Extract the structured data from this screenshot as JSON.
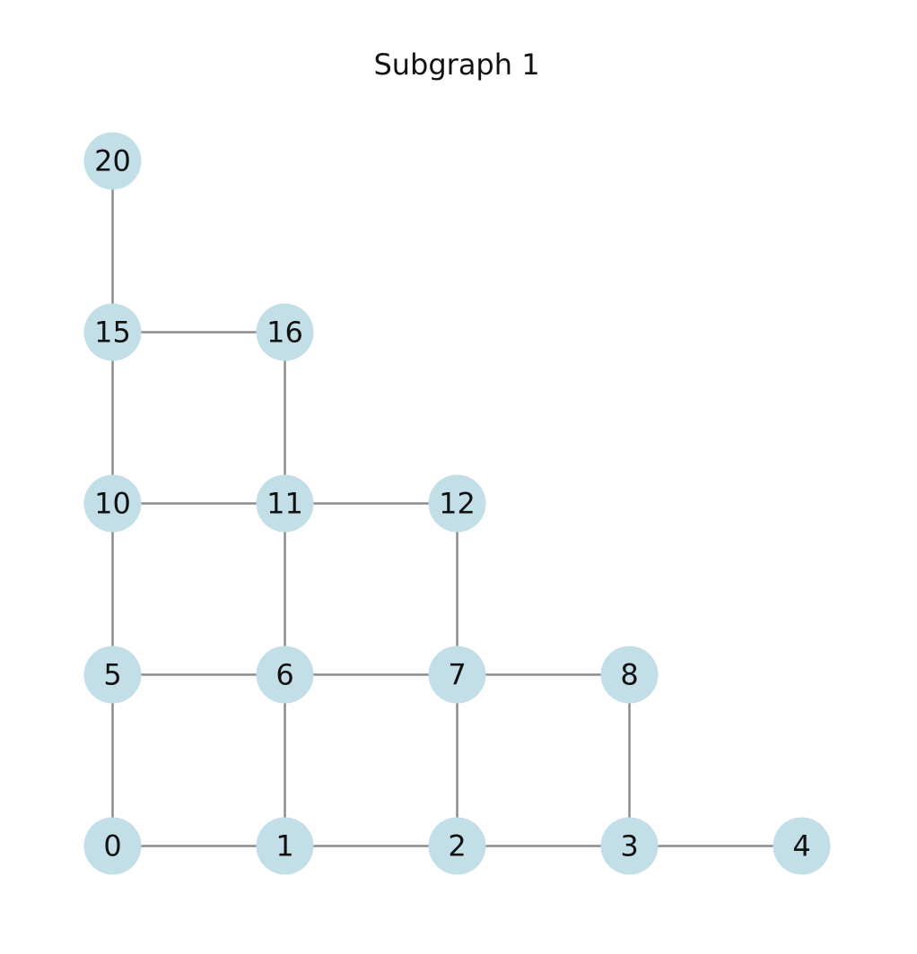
{
  "title": "Subgraph 1",
  "colors": {
    "node_fill": "#c2dfe8",
    "edge": "#8c8c8c",
    "label": "#111111"
  },
  "nodes": [
    {
      "id": "0",
      "label": "0",
      "row": 0,
      "col": 0
    },
    {
      "id": "1",
      "label": "1",
      "row": 0,
      "col": 1
    },
    {
      "id": "2",
      "label": "2",
      "row": 0,
      "col": 2
    },
    {
      "id": "3",
      "label": "3",
      "row": 0,
      "col": 3
    },
    {
      "id": "4",
      "label": "4",
      "row": 0,
      "col": 4
    },
    {
      "id": "5",
      "label": "5",
      "row": 1,
      "col": 0
    },
    {
      "id": "6",
      "label": "6",
      "row": 1,
      "col": 1
    },
    {
      "id": "7",
      "label": "7",
      "row": 1,
      "col": 2
    },
    {
      "id": "8",
      "label": "8",
      "row": 1,
      "col": 3
    },
    {
      "id": "10",
      "label": "10",
      "row": 2,
      "col": 0
    },
    {
      "id": "11",
      "label": "11",
      "row": 2,
      "col": 1
    },
    {
      "id": "12",
      "label": "12",
      "row": 2,
      "col": 2
    },
    {
      "id": "15",
      "label": "15",
      "row": 3,
      "col": 0
    },
    {
      "id": "16",
      "label": "16",
      "row": 3,
      "col": 1
    },
    {
      "id": "20",
      "label": "20",
      "row": 4,
      "col": 0
    }
  ],
  "edges": [
    [
      "0",
      "1"
    ],
    [
      "1",
      "2"
    ],
    [
      "2",
      "3"
    ],
    [
      "3",
      "4"
    ],
    [
      "0",
      "5"
    ],
    [
      "1",
      "6"
    ],
    [
      "2",
      "7"
    ],
    [
      "3",
      "8"
    ],
    [
      "5",
      "6"
    ],
    [
      "6",
      "7"
    ],
    [
      "7",
      "8"
    ],
    [
      "5",
      "10"
    ],
    [
      "6",
      "11"
    ],
    [
      "7",
      "12"
    ],
    [
      "10",
      "11"
    ],
    [
      "11",
      "12"
    ],
    [
      "10",
      "15"
    ],
    [
      "11",
      "16"
    ],
    [
      "15",
      "16"
    ],
    [
      "15",
      "20"
    ]
  ]
}
